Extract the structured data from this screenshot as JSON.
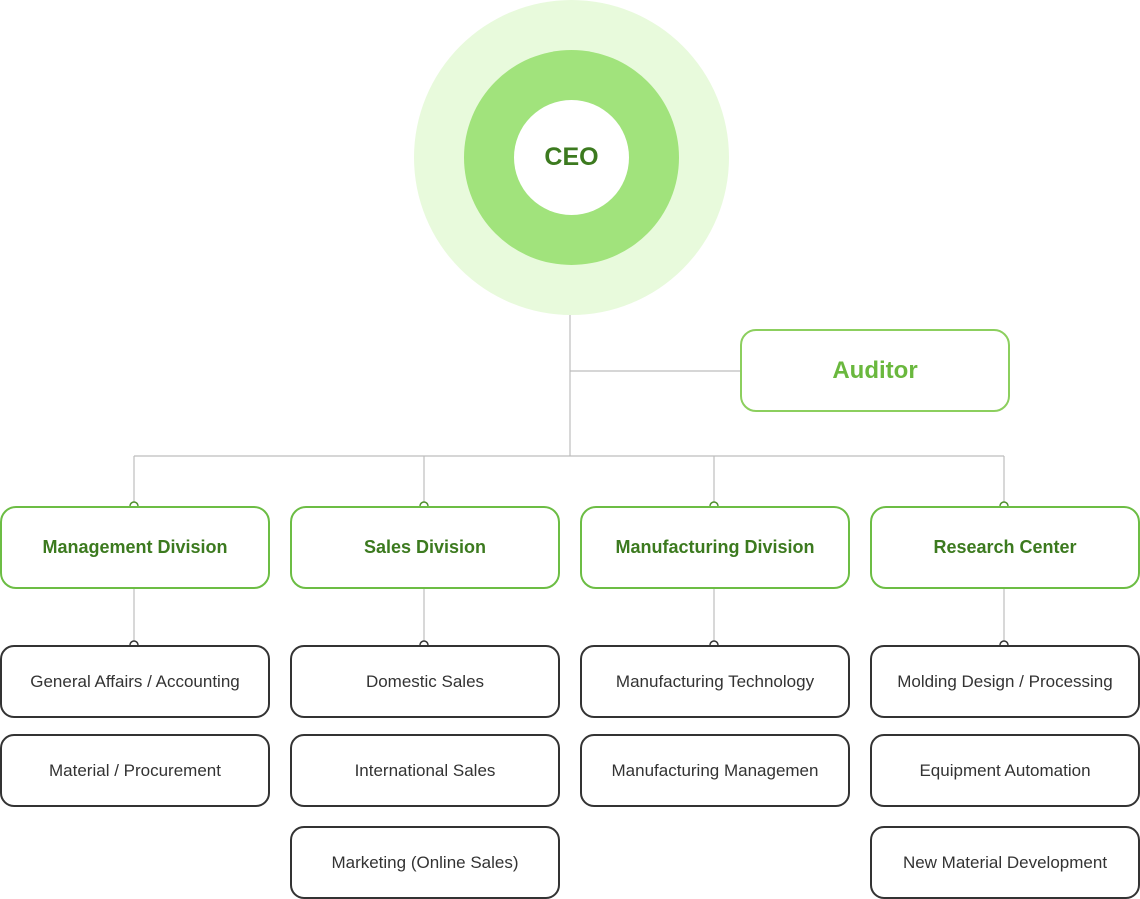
{
  "ceo": {
    "label": "CEO"
  },
  "auditor": {
    "label": "Auditor"
  },
  "divisions": [
    {
      "label": "Management Division",
      "departments": [
        "General Affairs / Accounting",
        "Material / Procurement"
      ]
    },
    {
      "label": "Sales Division",
      "departments": [
        "Domestic Sales",
        "International Sales",
        "Marketing (Online Sales)"
      ]
    },
    {
      "label": "Manufacturing Division",
      "departments": [
        "Manufacturing Technology",
        "Manufacturing Managemen"
      ]
    },
    {
      "label": "Research Center",
      "departments": [
        "Molding Design / Processing",
        "Equipment Automation",
        "New Material Development"
      ]
    }
  ],
  "colors": {
    "ceo_outer": "#e8fadc",
    "ceo_mid": "#a1e37c",
    "division_border": "#6cbd44",
    "division_text": "#3c7a1f",
    "auditor_text": "#6ab83e",
    "department_border": "#333333",
    "connector": "#bdbdbd"
  }
}
